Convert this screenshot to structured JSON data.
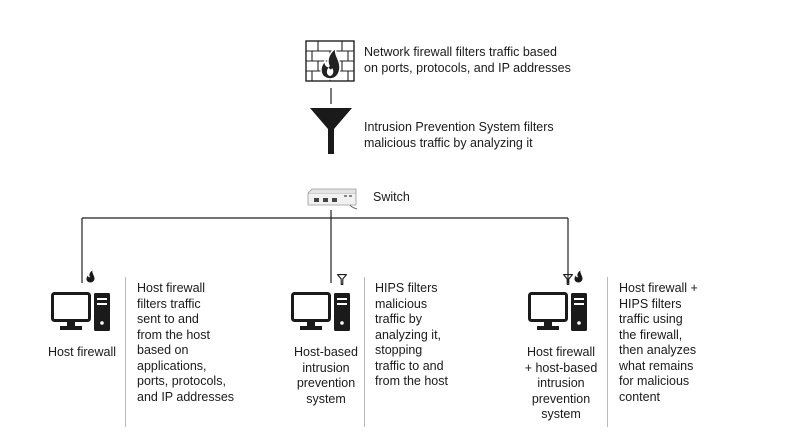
{
  "network_firewall": {
    "icon": "brick-firewall-icon",
    "description": "Network firewall filters traffic based\non ports, protocols, and IP addresses"
  },
  "ips": {
    "icon": "funnel-filter-icon",
    "description": "Intrusion Prevention System filters\nmalicious traffic by analyzing it"
  },
  "switch": {
    "icon": "network-switch-icon",
    "label": "Switch"
  },
  "hosts": [
    {
      "badge_icons": [
        "flame-icon"
      ],
      "icon": "computer-icon",
      "label": "Host firewall",
      "description": "Host firewall\nfilters traffic\nsent to and\nfrom the host\nbased on\napplications,\nports, protocols,\nand IP addresses"
    },
    {
      "badge_icons": [
        "funnel-icon"
      ],
      "icon": "computer-icon",
      "label": "Host-based\nintrusion\nprevention\nsystem",
      "description": "HIPS filters\nmalicious\ntraffic by\nanalyzing it,\nstopping\ntraffic to and\nfrom the host"
    },
    {
      "badge_icons": [
        "funnel-icon",
        "flame-icon"
      ],
      "icon": "computer-icon",
      "label": "Host firewall\n+ host-based\nintrusion\nprevention\nsystem",
      "description": "Host firewall +\nHIPS filters\ntraffic using\nthe firewall,\nthen analyzes\nwhat remains\nfor malicious\ncontent"
    }
  ]
}
